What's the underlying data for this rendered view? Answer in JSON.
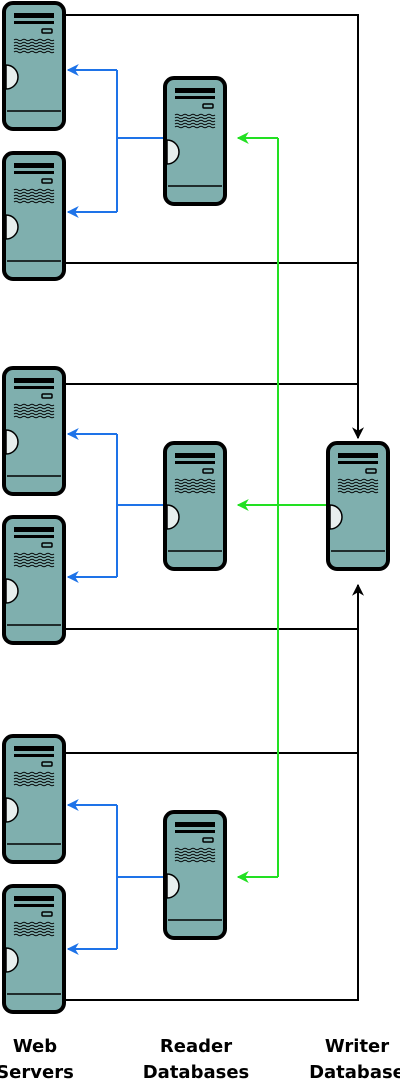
{
  "labels": {
    "web": [
      "Web",
      "Servers"
    ],
    "reader": [
      "Reader",
      "Databases"
    ],
    "writer": [
      "Writer",
      "Database"
    ]
  },
  "icons": {
    "web_server": "server-tower-icon",
    "reader_database": "server-tower-icon",
    "writer_database": "server-tower-icon"
  },
  "colors": {
    "server_fill": "#7fafae",
    "server_outline": "#000000",
    "read_arrows": "#1e73e8",
    "replication_arrows": "#22e022",
    "write_arrows": "#000000"
  }
}
